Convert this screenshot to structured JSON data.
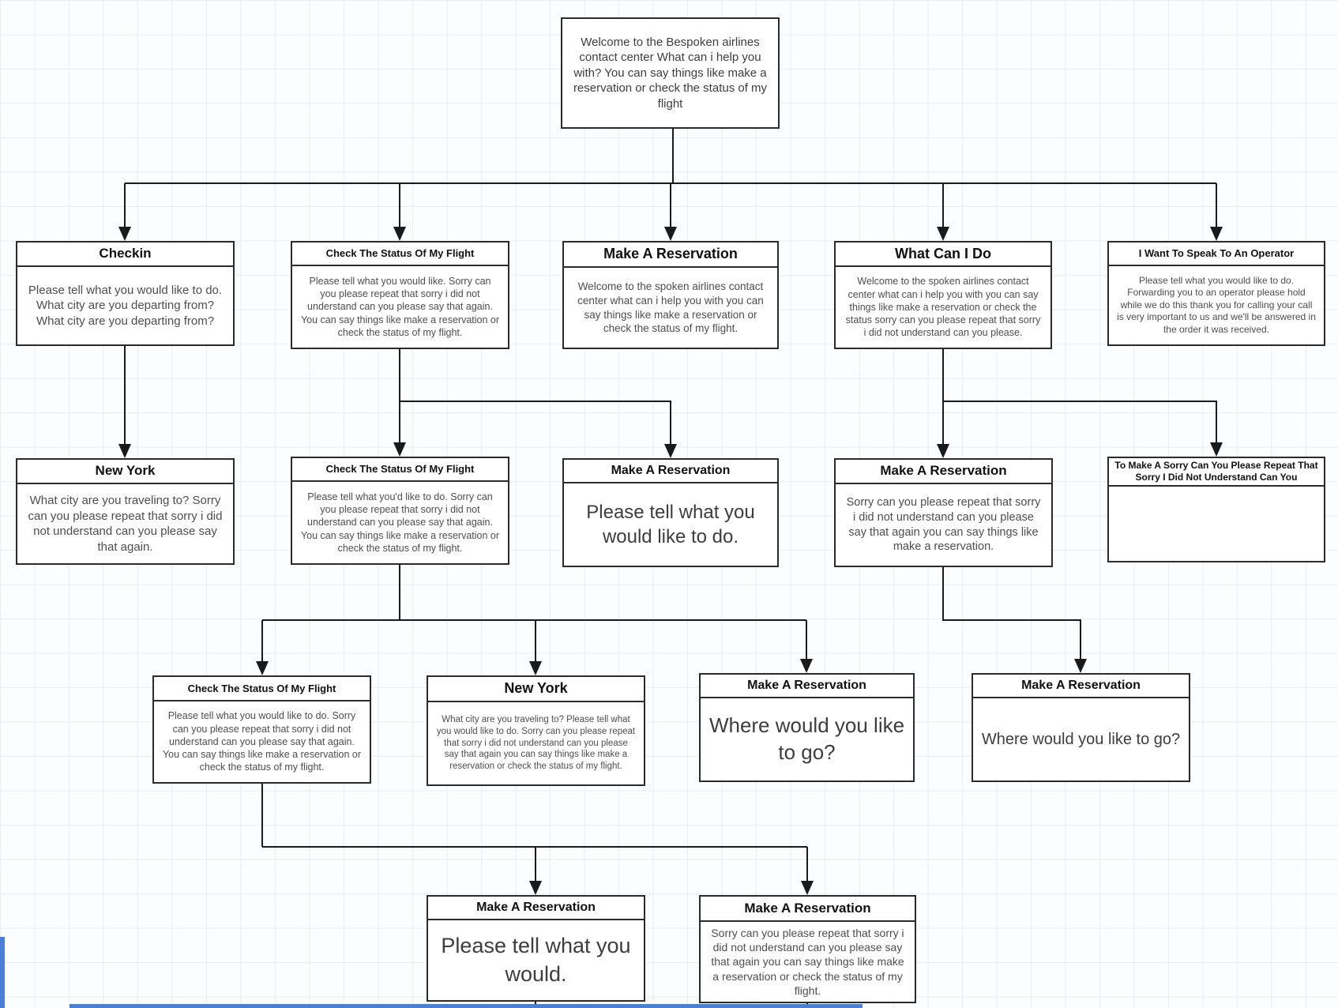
{
  "diagram": {
    "title": "Bespoken airlines contact center conversation flow",
    "tool_hint": "flowchart on gridded canvas"
  },
  "colors": {
    "node_border": "#2b2b2b",
    "node_background": "#ffffff",
    "title_text": "#111111",
    "body_text": "#4d4d4d",
    "connector": "#1a1a1a",
    "grid_line": "#e9edef",
    "canvas_background": "#fcfdfe",
    "page_boundary": "#4b7fd6"
  },
  "nodes": [
    {
      "id": "root",
      "title": "",
      "body": "Welcome to the Bespoken airlines contact center What can i help you with? You can say things like make a reservation or check the status of my flight"
    },
    {
      "id": "checkin",
      "title": "Checkin",
      "body": "Please tell what you would like to do. What city are you departing from? What city are you departing from?"
    },
    {
      "id": "check-status-1",
      "title": "Check The Status Of My Flight",
      "body": "Please tell what you would like. Sorry can you please repeat that sorry i did not understand can you please say that again. You can say things like make a reservation or check the status of my flight."
    },
    {
      "id": "make-reservation-1",
      "title": "Make A Reservation",
      "body": "Welcome to the spoken airlines contact center what can i help you with you can say things like make a reservation or check the status of my flight."
    },
    {
      "id": "what-can-i-do",
      "title": "What Can I Do",
      "body": "Welcome to the spoken airlines contact center what can i help you with you can say things like make a reservation or check the status sorry can you please repeat that sorry i did not understand can you please."
    },
    {
      "id": "operator",
      "title": "I Want To Speak To An Operator",
      "body": "Please tell what you would like to do. Forwarding you to an operator please hold while we do this thank you for calling your call is very important to us and we'll be answered in the order it was received."
    },
    {
      "id": "new-york-1",
      "title": "New York",
      "body": "What city are you traveling to? Sorry can you please repeat that sorry i did not understand can you please say that again."
    },
    {
      "id": "check-status-2",
      "title": "Check The Status Of My Flight",
      "body": "Please tell what you'd like to do. Sorry can you please repeat that sorry i did not understand can you please say that again. You can say things like make a reservation or check the status of my flight."
    },
    {
      "id": "make-reservation-2",
      "title": "Make A Reservation",
      "body": "Please tell what you would like to do."
    },
    {
      "id": "make-reservation-3",
      "title": "Make A Reservation",
      "body": "Sorry can you please repeat that sorry i did not understand can you please say that again you can say things like make a reservation."
    },
    {
      "id": "to-make-a-sorry",
      "title": "To Make A Sorry Can You Please Repeat That Sorry I Did Not Understand Can You",
      "body": ""
    },
    {
      "id": "check-status-3",
      "title": "Check The Status Of My Flight",
      "body": "Please tell what you would like to do. Sorry can you please repeat that sorry i did not understand can you please say that again. You can say things like make a reservation or check the status of my flight."
    },
    {
      "id": "new-york-2",
      "title": "New York",
      "body": "What city are you traveling to? Please tell what you would like to do. Sorry can you please repeat that sorry i did not understand can you please say that again you can say things like make a reservation or check the status of my flight."
    },
    {
      "id": "make-reservation-4",
      "title": "Make A Reservation",
      "body": "Where would you like to go?"
    },
    {
      "id": "make-reservation-5",
      "title": "Make A Reservation",
      "body": "Where would you like to go?"
    },
    {
      "id": "make-reservation-6",
      "title": "Make A Reservation",
      "body": "Please tell what you would."
    },
    {
      "id": "make-reservation-7",
      "title": "Make A Reservation",
      "body": "Sorry can you please repeat that sorry i did not understand can you please say that again you can say things like make a reservation or check the status of my flight."
    }
  ],
  "edges": [
    {
      "from": "root",
      "to": "checkin"
    },
    {
      "from": "root",
      "to": "check-status-1"
    },
    {
      "from": "root",
      "to": "make-reservation-1"
    },
    {
      "from": "root",
      "to": "what-can-i-do"
    },
    {
      "from": "root",
      "to": "operator"
    },
    {
      "from": "checkin",
      "to": "new-york-1"
    },
    {
      "from": "check-status-1",
      "to": "check-status-2"
    },
    {
      "from": "check-status-1",
      "to": "make-reservation-2"
    },
    {
      "from": "what-can-i-do",
      "to": "make-reservation-3"
    },
    {
      "from": "what-can-i-do",
      "to": "to-make-a-sorry"
    },
    {
      "from": "check-status-2",
      "to": "check-status-3"
    },
    {
      "from": "check-status-2",
      "to": "new-york-2"
    },
    {
      "from": "check-status-2",
      "to": "make-reservation-4"
    },
    {
      "from": "make-reservation-3",
      "to": "make-reservation-5"
    },
    {
      "from": "check-status-3",
      "to": "make-reservation-6"
    },
    {
      "from": "check-status-3",
      "to": "make-reservation-7"
    }
  ]
}
